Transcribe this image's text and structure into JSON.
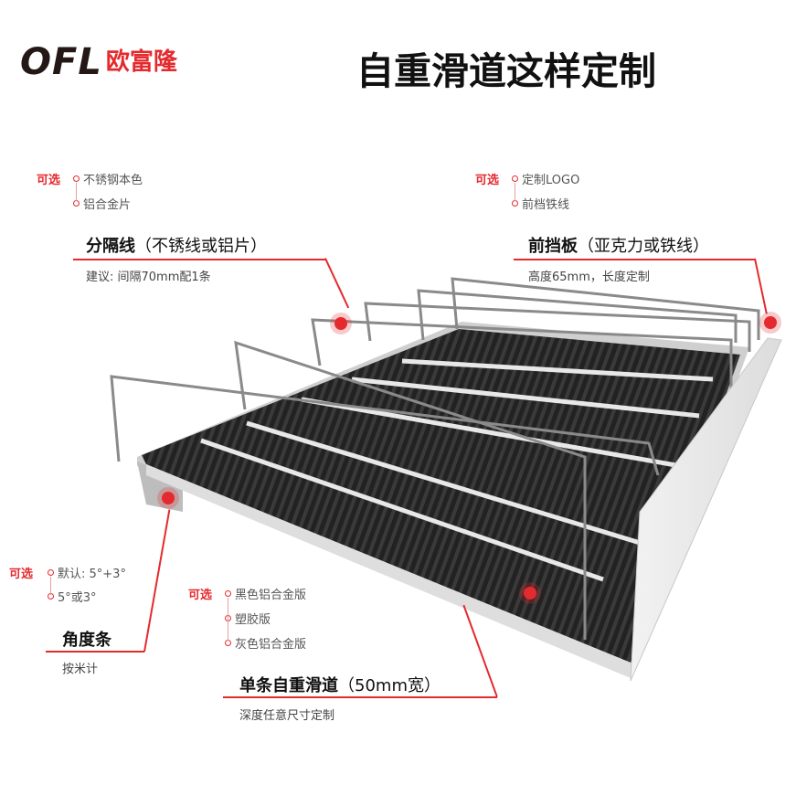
{
  "header": {
    "logo_mark": "OFL",
    "logo_cn": "欧富隆",
    "title": "自重滑道这样定制"
  },
  "callouts": {
    "divider": {
      "option_label": "可选",
      "options": [
        "不锈钢本色",
        "铝合金片"
      ],
      "heading": "分隔线",
      "heading_paren": "（不锈线或铝片）",
      "note": "建议: 间隔70mm配1条"
    },
    "front_board": {
      "option_label": "可选",
      "options": [
        "定制LOGO",
        "前档铁线"
      ],
      "heading": "前挡板",
      "heading_paren": "（亚克力或铁线）",
      "note": "高度65mm，长度定制"
    },
    "angle_strip": {
      "option_label": "可选",
      "options": [
        "默认: 5°+3°",
        "5°或3°"
      ],
      "heading": "角度条",
      "note": "按米计"
    },
    "slide_track": {
      "option_label": "可选",
      "options": [
        "黑色铝合金版",
        "塑胶版",
        "灰色铝合金版"
      ],
      "heading": "单条自重滑道",
      "heading_paren": "（50mm宽）",
      "note": "深度任意尺寸定制"
    }
  },
  "colors": {
    "accent": "#e52a2e",
    "track": "#1d1d1d",
    "frame": "#d9d9d9",
    "wire": "#8a8a8a"
  }
}
